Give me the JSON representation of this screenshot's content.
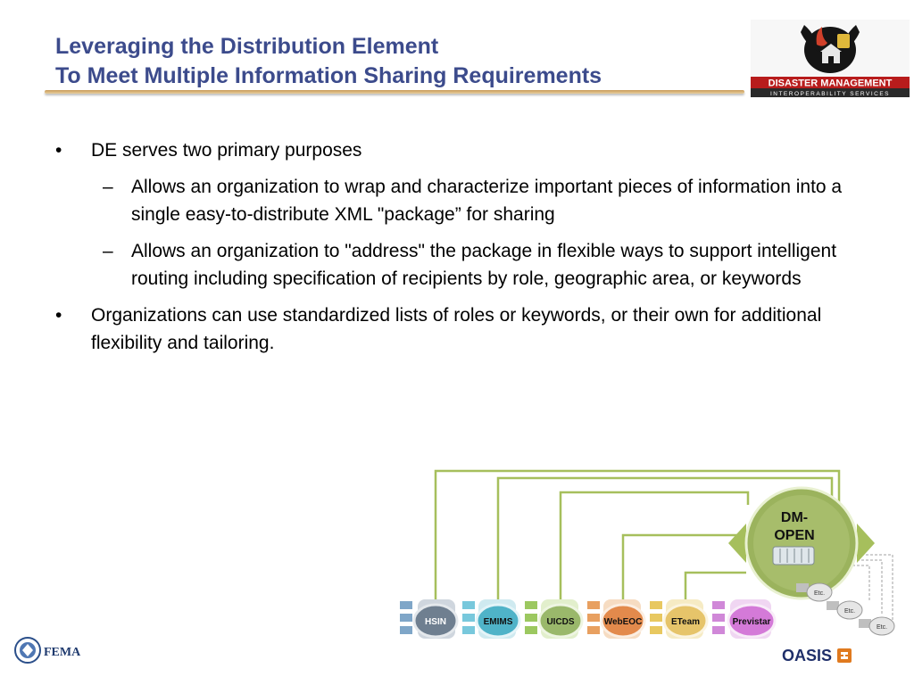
{
  "slide": {
    "title_line1": "Leveraging the Distribution Element",
    "title_line2": "To Meet Multiple Information Sharing Requirements"
  },
  "logo": {
    "line1": "DISASTER MANAGEMENT",
    "line2": "INTEROPERABILITY SERVICES"
  },
  "bullets": [
    {
      "marker": "•",
      "text": "DE serves two primary purposes"
    },
    {
      "marker": "–",
      "text": "Allows an organization to wrap and characterize important pieces of information into a single easy-to-distribute XML \"package” for sharing"
    },
    {
      "marker": "–",
      "text": "Allows an organization to \"address\" the package in flexible ways to support intelligent routing including specification of recipients by role, geographic area, or keywords"
    },
    {
      "marker": "•",
      "text": "Organizations can use standardized lists of roles or keywords, or their own for additional flexibility and tailoring."
    }
  ],
  "diagram": {
    "hub_line1": "DM-",
    "hub_line2": "OPEN",
    "nodes": [
      "HSIN",
      "EMIMS",
      "UICDS",
      "WebEOC",
      "ETeam",
      "Previstar"
    ],
    "etc_label": "Etc."
  },
  "colors": {
    "title": "#3c4b8c",
    "rule": "#c89a58",
    "diagram_line": "#a6bf5c",
    "hub": "#9bb35d"
  },
  "footer": {
    "fema_label": "FEMA",
    "oasis_label": "OASIS"
  }
}
